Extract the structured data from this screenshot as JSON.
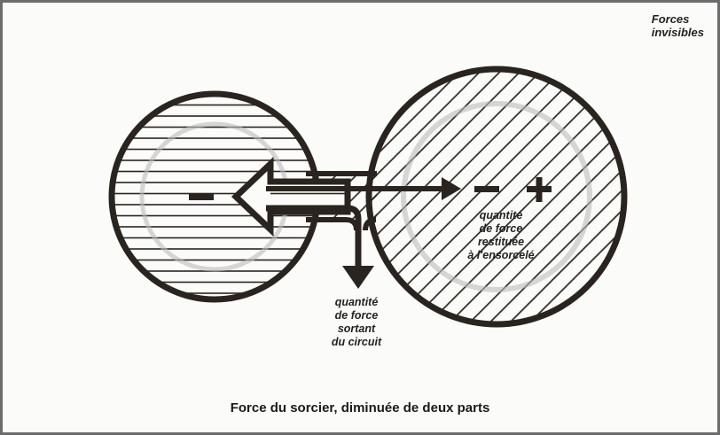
{
  "section_title": [
    "Forces",
    "invisibles"
  ],
  "labels": {
    "restored": [
      "quantité",
      "de force",
      "restituée",
      "à l'ensorcelé"
    ],
    "leaving": [
      "quantité",
      "de force",
      "sortant",
      "du circuit"
    ]
  },
  "symbols": {
    "left_sign": "−",
    "right_minus": "−",
    "right_plus": "+"
  },
  "caption": "Force du sorcier, diminuée de deux parts",
  "colors": {
    "ink": "#2a2420",
    "paper": "#fbfbf9"
  }
}
